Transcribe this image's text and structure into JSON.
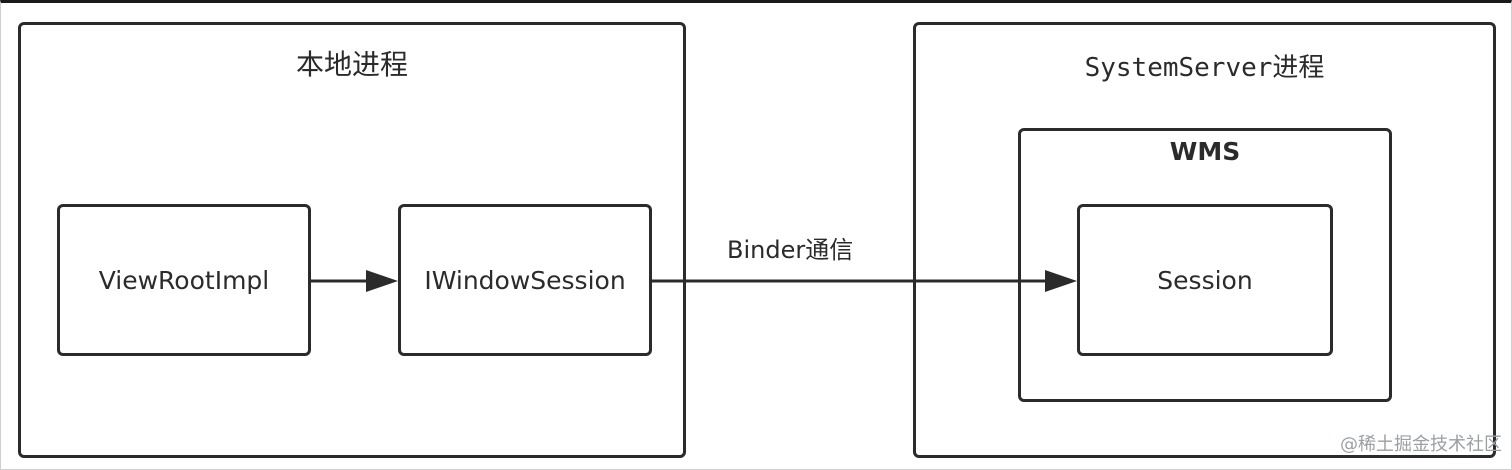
{
  "containers": {
    "local_process": {
      "title": "本地进程"
    },
    "system_server": {
      "title": "SystemServer进程"
    },
    "wms": {
      "title": "WMS"
    }
  },
  "nodes": {
    "view_root_impl": {
      "label": "ViewRootImpl"
    },
    "iwindow_session": {
      "label": "IWindowSession"
    },
    "session": {
      "label": "Session"
    }
  },
  "edges": {
    "binder": {
      "label": "Binder通信"
    }
  },
  "watermark": {
    "text": "@稀土掘金技术社区"
  },
  "colors": {
    "stroke": "#2b2b2b",
    "watermark": "#9aa0a6"
  }
}
